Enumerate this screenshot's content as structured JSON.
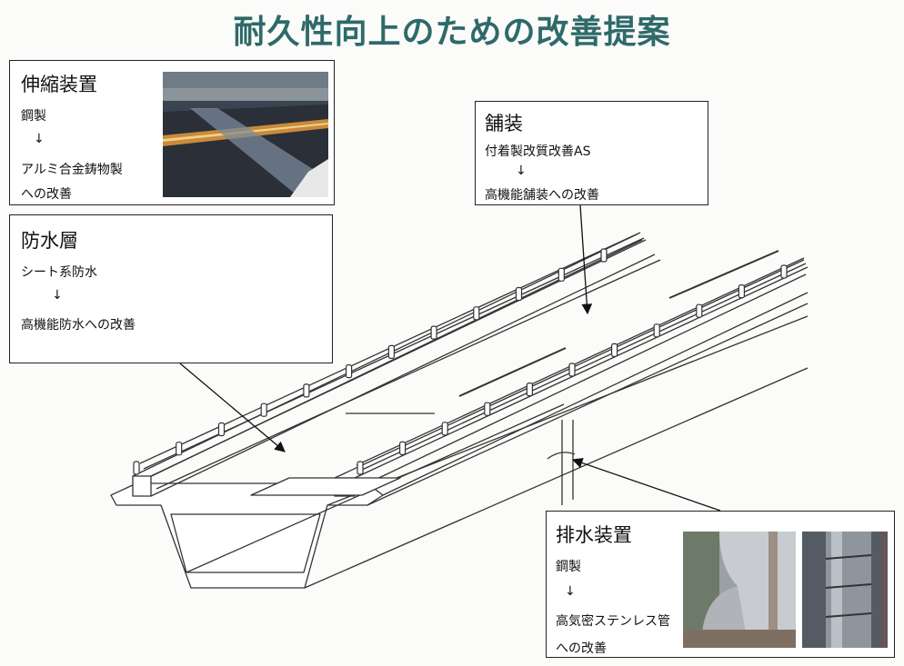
{
  "title": "耐久性向上のための改善提案",
  "callouts": {
    "expansion_joint": {
      "heading": "伸縮装置",
      "lines": [
        "鋼製",
        "↓",
        "アルミ合金鋳物製",
        "への改善"
      ]
    },
    "waterproof_layer": {
      "heading": "防水層",
      "lines": [
        "シート系防水",
        "↓",
        "高機能防水への改善"
      ]
    },
    "pavement": {
      "heading": "舗装",
      "lines": [
        "付着製改質改善AS",
        "↓",
        "高機能舗装への改善"
      ]
    },
    "drainage": {
      "heading": "排水装置",
      "lines": [
        "鋼製",
        "↓",
        "高気密ステンレス管",
        "への改善"
      ]
    }
  },
  "colors": {
    "title": "#2e6a6a",
    "line": "#222222"
  }
}
